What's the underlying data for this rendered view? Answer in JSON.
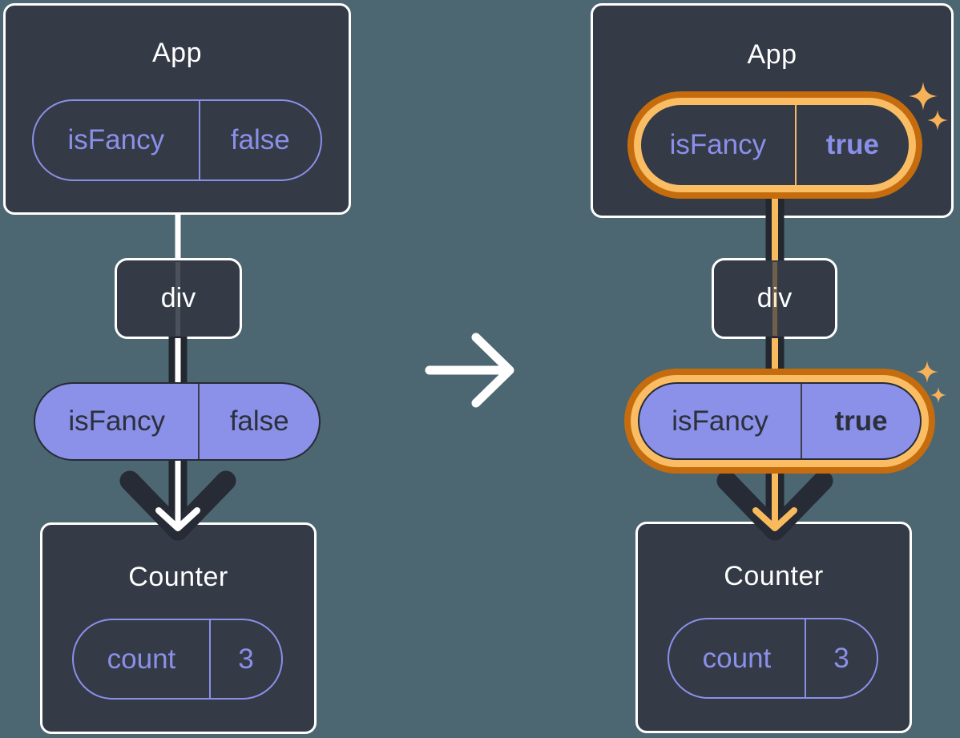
{
  "diagram": {
    "before": {
      "app": {
        "title": "App",
        "prop": {
          "key": "isFancy",
          "value": "false"
        }
      },
      "container": {
        "label": "div"
      },
      "passed_prop": {
        "key": "isFancy",
        "value": "false"
      },
      "counter": {
        "title": "Counter",
        "state": {
          "key": "count",
          "value": "3"
        }
      }
    },
    "after": {
      "app": {
        "title": "App",
        "prop": {
          "key": "isFancy",
          "value": "true"
        }
      },
      "container": {
        "label": "div"
      },
      "passed_prop": {
        "key": "isFancy",
        "value": "true"
      },
      "counter": {
        "title": "Counter",
        "state": {
          "key": "count",
          "value": "3"
        }
      }
    },
    "icons": {
      "transition": "arrow-right-icon",
      "highlight": "sparkle-icon",
      "flow": "down-arrow-icon"
    },
    "colors": {
      "bg": "#4C6771",
      "card": "#343A46",
      "ink": "#23272F",
      "ink2": "#262B35",
      "purple": "#8A90E8",
      "purple_fill": "#8B90E8",
      "dark_text": "#2B303B",
      "orange_outer": "#C56C0E",
      "orange_inner": "#FBBD63",
      "orange_stripe": "#F8BA5D",
      "sparkle": "#F7B259",
      "white": "#FFFFFF",
      "pill_divider_dark": "#3A3F4B",
      "pill_divider_orange": "#F3BB66"
    }
  }
}
